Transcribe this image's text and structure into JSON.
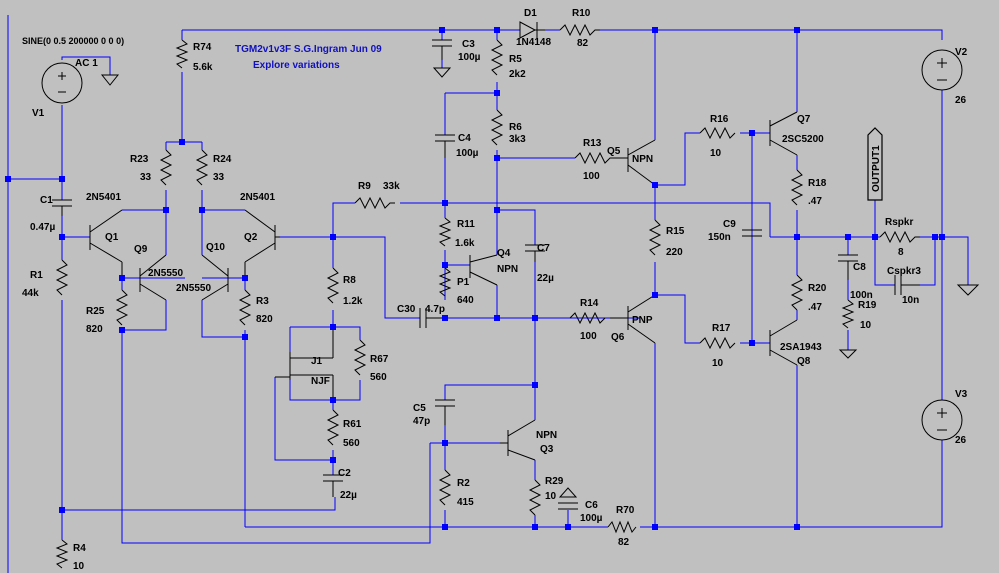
{
  "title": {
    "line1": "TGM2v1v3F  S.G.Ingram Jun 09",
    "line2": "Explore variations"
  },
  "source": {
    "waveform": "SINE(0 0.5 200000 0 0 0)",
    "ac": "AC 1",
    "name": "V1"
  },
  "supplies": [
    {
      "name": "V2",
      "value": "26"
    },
    {
      "name": "V3",
      "value": "26"
    }
  ],
  "output_label": "OUTPUT1",
  "resistors": [
    {
      "name": "R74",
      "value": "5.6k"
    },
    {
      "name": "R5",
      "value": "2k2"
    },
    {
      "name": "R6",
      "value": "3k3"
    },
    {
      "name": "R10",
      "value": "82"
    },
    {
      "name": "R23",
      "value": "33"
    },
    {
      "name": "R24",
      "value": "33"
    },
    {
      "name": "R9",
      "value": "33k"
    },
    {
      "name": "R11",
      "value": "1.6k"
    },
    {
      "name": "P1",
      "value": "640"
    },
    {
      "name": "R13",
      "value": "100"
    },
    {
      "name": "R16",
      "value": "10"
    },
    {
      "name": "R18",
      "value": ".47"
    },
    {
      "name": "R15",
      "value": "220"
    },
    {
      "name": "R14",
      "value": "100"
    },
    {
      "name": "R17",
      "value": "10"
    },
    {
      "name": "R20",
      "value": ".47"
    },
    {
      "name": "R1",
      "value": "44k"
    },
    {
      "name": "R25",
      "value": "820"
    },
    {
      "name": "R3",
      "value": "820"
    },
    {
      "name": "R8",
      "value": "1.2k"
    },
    {
      "name": "R67",
      "value": "560"
    },
    {
      "name": "R61",
      "value": "560"
    },
    {
      "name": "R2",
      "value": "415"
    },
    {
      "name": "R29",
      "value": "10"
    },
    {
      "name": "R70",
      "value": "82"
    },
    {
      "name": "R4",
      "value": "10"
    },
    {
      "name": "R19",
      "value": "10"
    },
    {
      "name": "Rspkr",
      "value": "8"
    }
  ],
  "capacitors": [
    {
      "name": "C3",
      "value": "100µ"
    },
    {
      "name": "C4",
      "value": "100µ"
    },
    {
      "name": "C1",
      "value": "0.47µ"
    },
    {
      "name": "C7",
      "value": "22µ"
    },
    {
      "name": "C30",
      "value": "4.7p"
    },
    {
      "name": "C9",
      "value": "150n"
    },
    {
      "name": "C8",
      "value": "100n"
    },
    {
      "name": "Cspkr3",
      "value": "10n"
    },
    {
      "name": "C5",
      "value": "47p"
    },
    {
      "name": "C2",
      "value": "22µ"
    },
    {
      "name": "C6",
      "value": "100µ"
    }
  ],
  "diode": {
    "name": "D1",
    "part": "1N4148"
  },
  "transistors": [
    {
      "name": "Q1",
      "part": "2N5401"
    },
    {
      "name": "Q2",
      "part": "2N5401"
    },
    {
      "name": "Q9",
      "part": "2N5550"
    },
    {
      "name": "Q10",
      "part": "2N5550"
    },
    {
      "name": "Q4",
      "part": "NPN"
    },
    {
      "name": "Q5",
      "part": "NPN"
    },
    {
      "name": "Q6",
      "part": "PNP"
    },
    {
      "name": "Q7",
      "part": "2SC5200"
    },
    {
      "name": "Q8",
      "part": "2SA1943"
    },
    {
      "name": "Q3",
      "part": "NPN"
    },
    {
      "name": "J1",
      "part": "NJF"
    }
  ]
}
